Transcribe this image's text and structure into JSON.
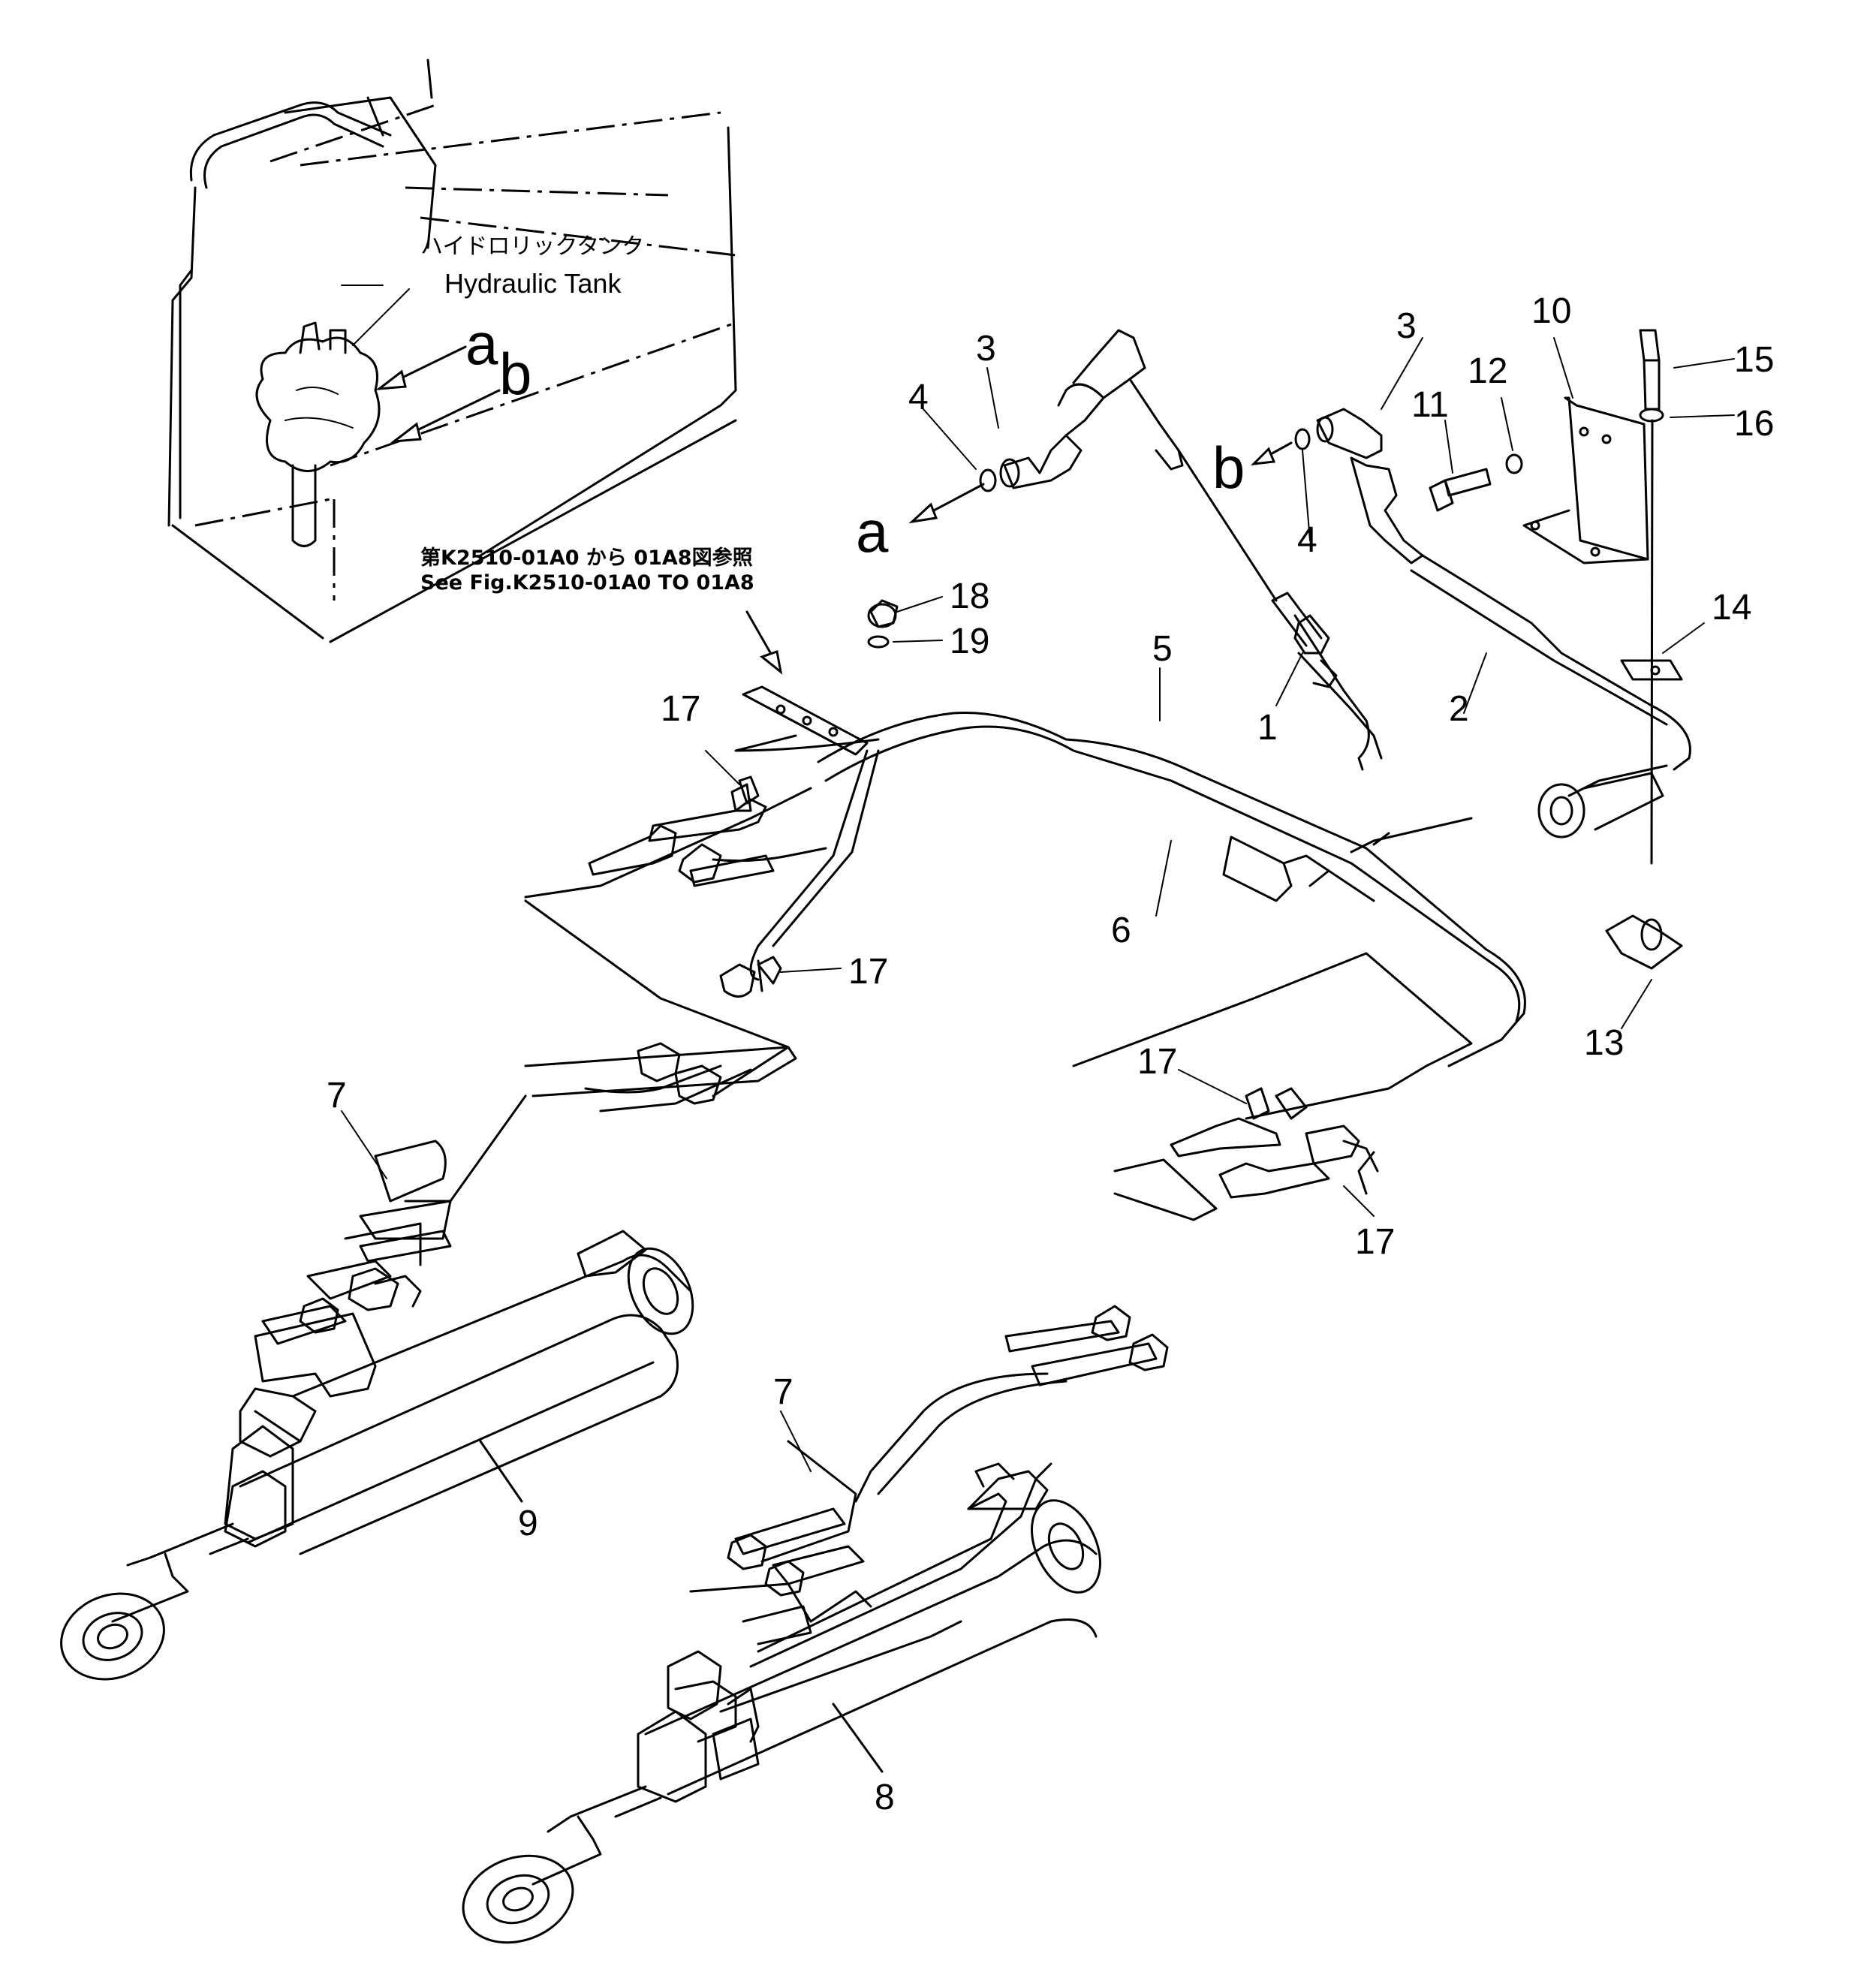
{
  "figure": {
    "tank_label_jp": "ハイドロリックタンク",
    "tank_label_en": "Hydraulic Tank",
    "reference_jp": "第K2510-01A0 から 01A8図参照",
    "reference_en": "See Fig.K2510-01A0 TO 01A8",
    "port_labels": {
      "a": "a",
      "b": "b"
    }
  },
  "callouts": [
    "1",
    "2",
    "3",
    "4",
    "5",
    "6",
    "7",
    "8",
    "9",
    "10",
    "11",
    "12",
    "13",
    "14",
    "15",
    "16",
    "17",
    "18",
    "19"
  ]
}
